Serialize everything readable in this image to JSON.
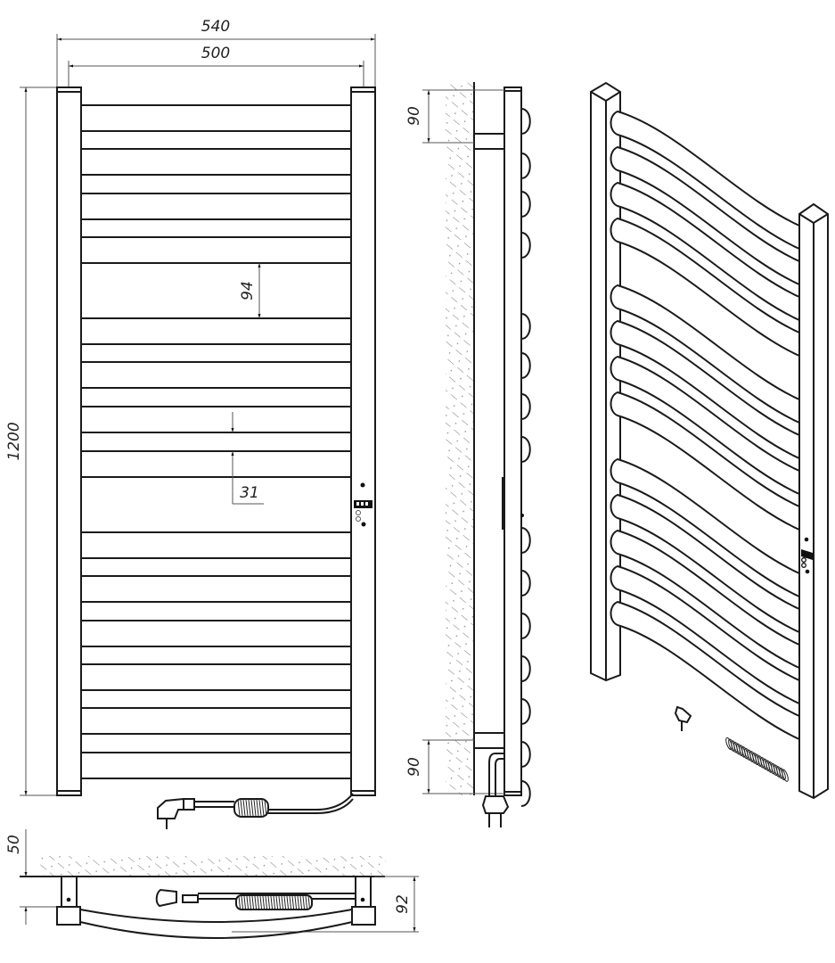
{
  "drawing": {
    "title": "Heated towel rail dimension drawing",
    "views": [
      "front-view",
      "side-view",
      "perspective-view",
      "top-view"
    ],
    "dimensions": {
      "overall_width": "540",
      "center_width": "500",
      "height": "1200",
      "rail_gap_large": "94",
      "rail_gap_small": "31",
      "side_top_offset": "90",
      "side_bottom_offset": "90",
      "top_wall_offset": "50",
      "top_depth": "92"
    },
    "front_rails_y": [
      118,
      147,
      167,
      196,
      217,
      246,
      266,
      295,
      357,
      386,
      406,
      435,
      456,
      485,
      506,
      535,
      597,
      626,
      646,
      675,
      696,
      725,
      745,
      774,
      794,
      823,
      844,
      873
    ],
    "side_rings_y": [
      136,
      186,
      229,
      275,
      366,
      410,
      456,
      504,
      606,
      654,
      702,
      750,
      798,
      846,
      890
    ],
    "perspective_rails": 13,
    "stroke_color": "#1a1a1a",
    "hatch_color": "#777777"
  }
}
